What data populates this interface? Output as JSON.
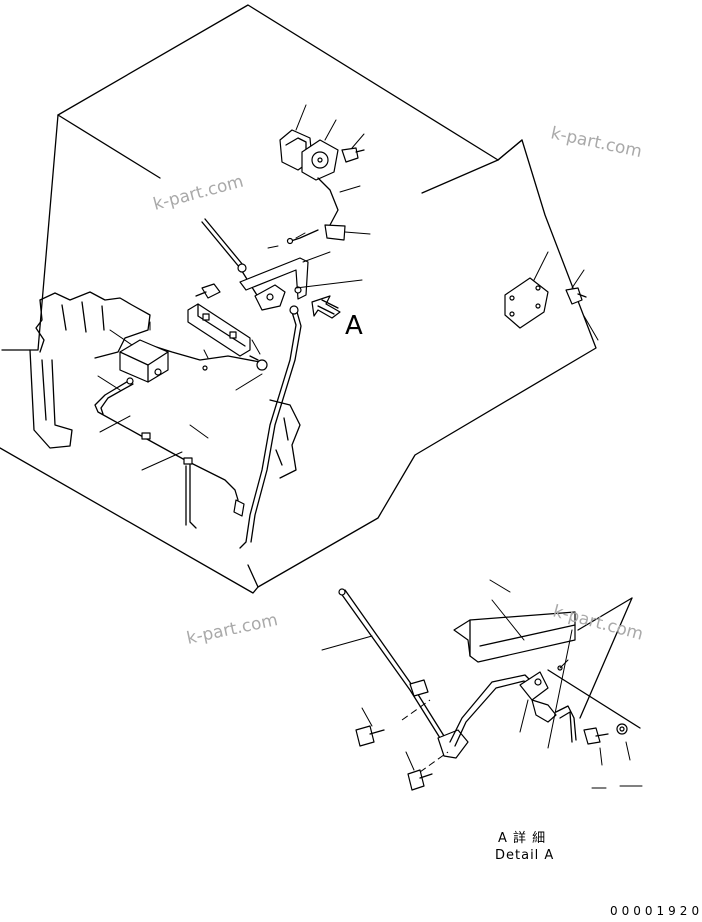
{
  "watermarks": [
    "k-part.com",
    "k-part.com",
    "k-part.com",
    "k-part.com"
  ],
  "view_arrow_label": "A",
  "detail_caption_jp": "A 詳 細",
  "detail_caption_en": "Detail A",
  "drawing_code": "00001920"
}
